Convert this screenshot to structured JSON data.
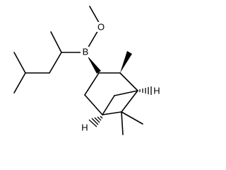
{
  "atoms": {
    "methoxy_oxygen": "O",
    "boron": "B",
    "bridgehead_h_right": "H",
    "bridgehead_h_left": "H"
  }
}
